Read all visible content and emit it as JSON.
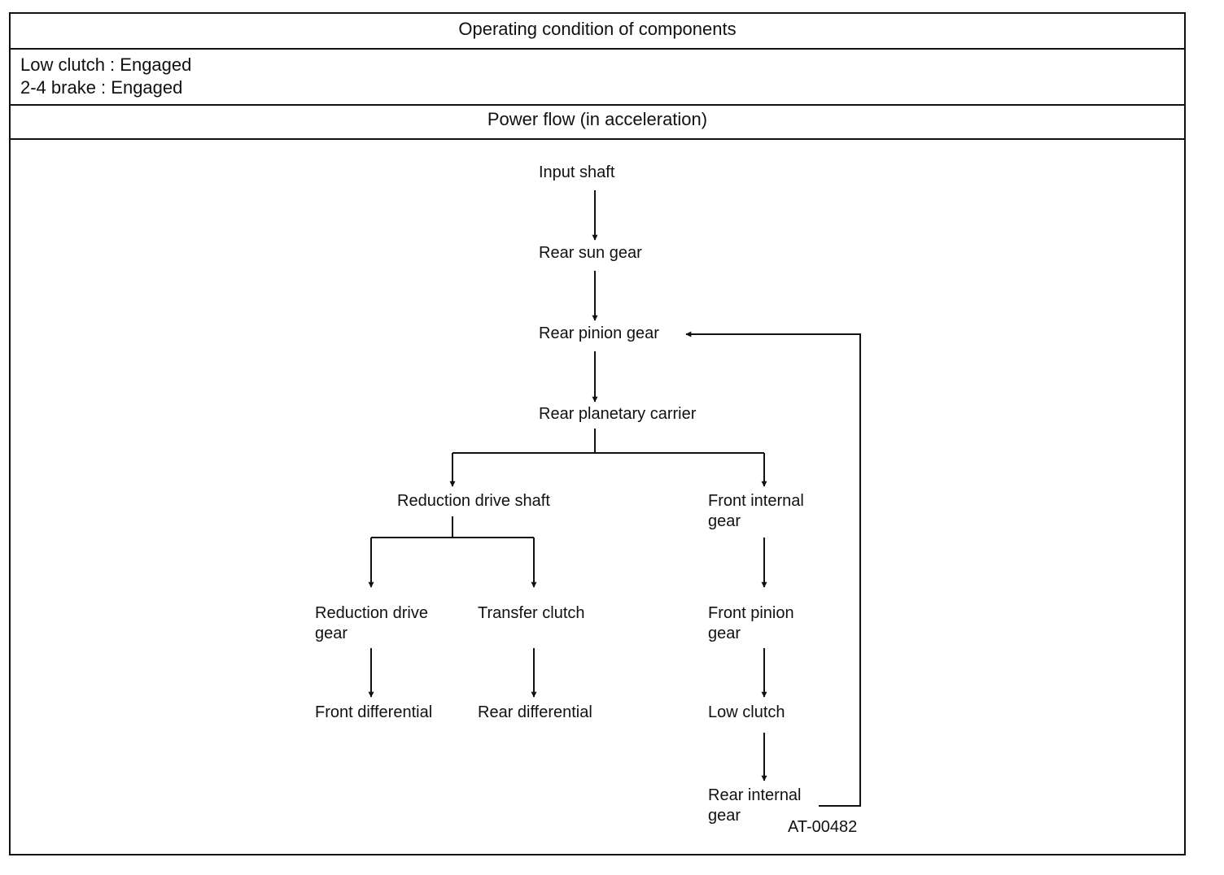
{
  "header": {
    "operating_title": "Operating condition of components",
    "power_flow_title": "Power flow (in acceleration)"
  },
  "conditions": [
    "Low clutch : Engaged",
    "2-4 brake : Engaged"
  ],
  "nodes": {
    "input_shaft": "Input shaft",
    "rear_sun_gear": "Rear sun gear",
    "rear_pinion_gear": "Rear pinion gear",
    "rear_planetary_carrier": "Rear planetary carrier",
    "reduction_drive_shaft": "Reduction drive shaft",
    "front_internal_gear": "Front internal\ngear",
    "reduction_drive_gear": "Reduction drive\ngear",
    "transfer_clutch": "Transfer clutch",
    "front_pinion_gear": "Front pinion\ngear",
    "front_differential": "Front differential",
    "rear_differential": "Rear differential",
    "low_clutch": "Low clutch",
    "rear_internal_gear": "Rear internal\ngear"
  },
  "figure_ref": "AT-00482"
}
